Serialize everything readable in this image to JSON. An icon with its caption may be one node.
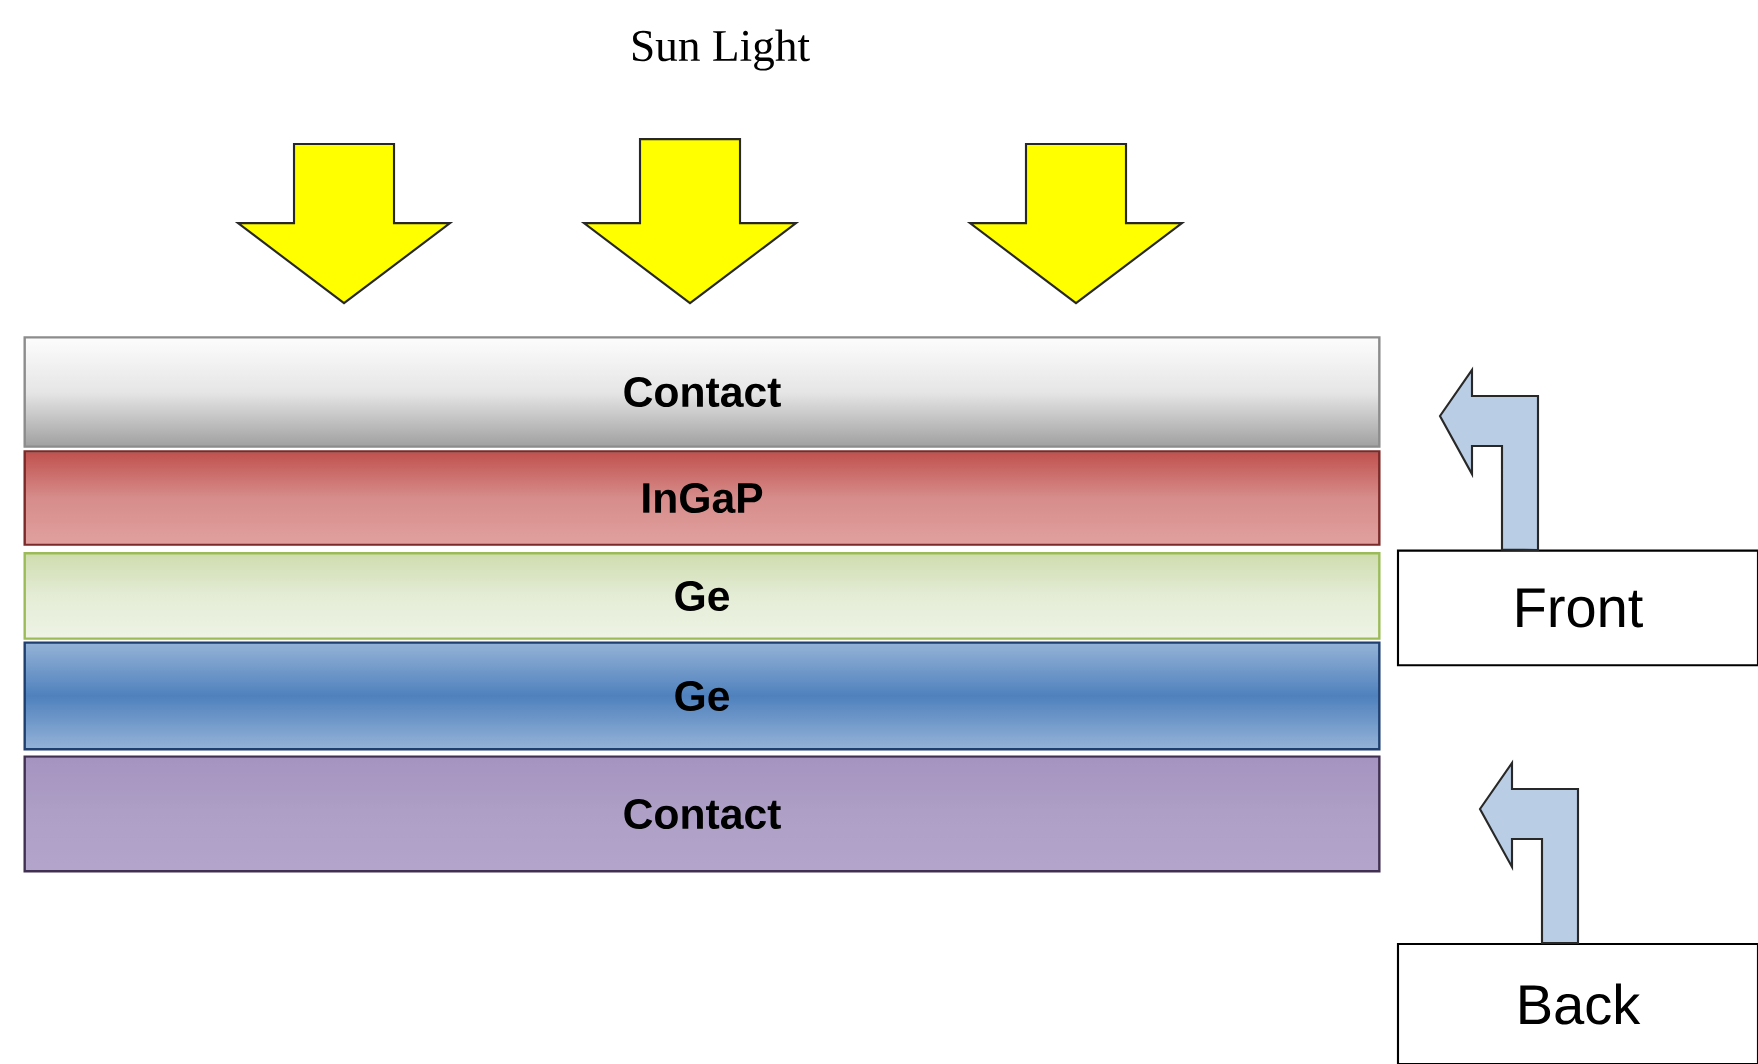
{
  "diagram": {
    "nodes": [
      {
        "text": [
          "Sun Light"
        ]
      },
      {
        "text": [
          "Contact"
        ]
      },
      {
        "text": [
          "InGaP"
        ]
      },
      {
        "text": [
          "Ge"
        ]
      },
      {
        "text": [
          "Ge"
        ]
      },
      {
        "text": [
          "Contact"
        ]
      },
      {
        "text": [
          "Front"
        ]
      },
      {
        "text": [
          "Back"
        ]
      }
    ],
    "edges": [
      {
        "from": null,
        "to": 1,
        "arrow": "to"
      },
      {
        "from": 0,
        "to": 1,
        "arrow": "to"
      },
      {
        "from": null,
        "to": 1,
        "arrow": "to"
      },
      {
        "from": 6,
        "to": null,
        "arrow": "to",
        "color": "#b9cde5"
      },
      {
        "from": 7,
        "to": null,
        "arrow": "to",
        "color": "#b9cde5"
      }
    ]
  }
}
